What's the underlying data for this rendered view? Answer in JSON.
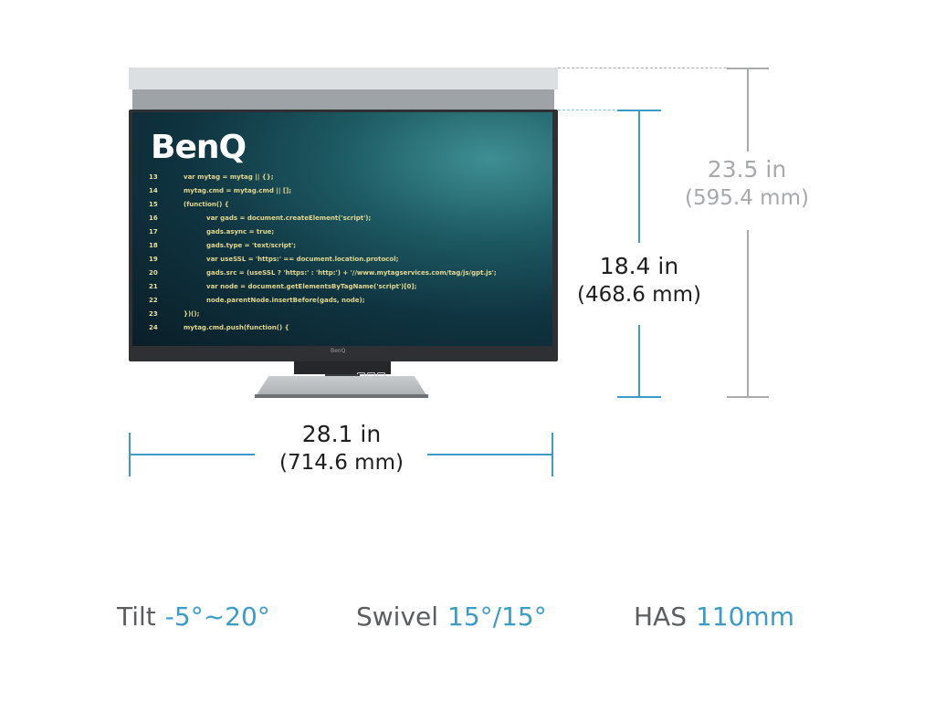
{
  "monitor": {
    "brand_logo": "BenQ",
    "code_lines": [
      {
        "num": "13",
        "text": "var mytag = mytag || {};",
        "indent": 0
      },
      {
        "num": "14",
        "text": "mytag.cmd = mytag.cmd || [];",
        "indent": 0
      },
      {
        "num": "15",
        "text": "(function() {",
        "indent": 0
      },
      {
        "num": "16",
        "text": "var gads = document.createElement('script');",
        "indent": 1
      },
      {
        "num": "17",
        "text": "gads.async = true;",
        "indent": 1
      },
      {
        "num": "18",
        "text": "gads.type = 'text/script';",
        "indent": 1
      },
      {
        "num": "19",
        "text": "var useSSL = 'https:' == document.location.protocol;",
        "indent": 1
      },
      {
        "num": "20",
        "text": "gads.src = (useSSL ? 'https:' : 'http:') + '//www.mytagservices.com/tag/js/gpt.js';",
        "indent": 1
      },
      {
        "num": "21",
        "text": "var node = document.getElementsByTagName('script')[0];",
        "indent": 1
      },
      {
        "num": "22",
        "text": "node.parentNode.insertBefore(gads, node);",
        "indent": 1
      },
      {
        "num": "23",
        "text": "})();",
        "indent": 0
      },
      {
        "num": "24",
        "text": "mytag.cmd.push(function() {",
        "indent": 0
      }
    ],
    "chin_logo": "BenQ"
  },
  "dimensions": {
    "max_height": {
      "in": "23.5 in",
      "mm": "(595.4 mm)"
    },
    "min_height": {
      "in": "18.4 in",
      "mm": "(468.6 mm)"
    },
    "width": {
      "in": "28.1 in",
      "mm": "(714.6 mm)"
    }
  },
  "specs": {
    "tilt": {
      "label": "Tilt",
      "value": "-5°~20°"
    },
    "swivel": {
      "label": "Swivel",
      "value": "15°/15°"
    },
    "has": {
      "label": "HAS",
      "value": "110mm"
    }
  },
  "colors": {
    "accent": "#3c9cc8",
    "secondary": "#a8aaad"
  }
}
